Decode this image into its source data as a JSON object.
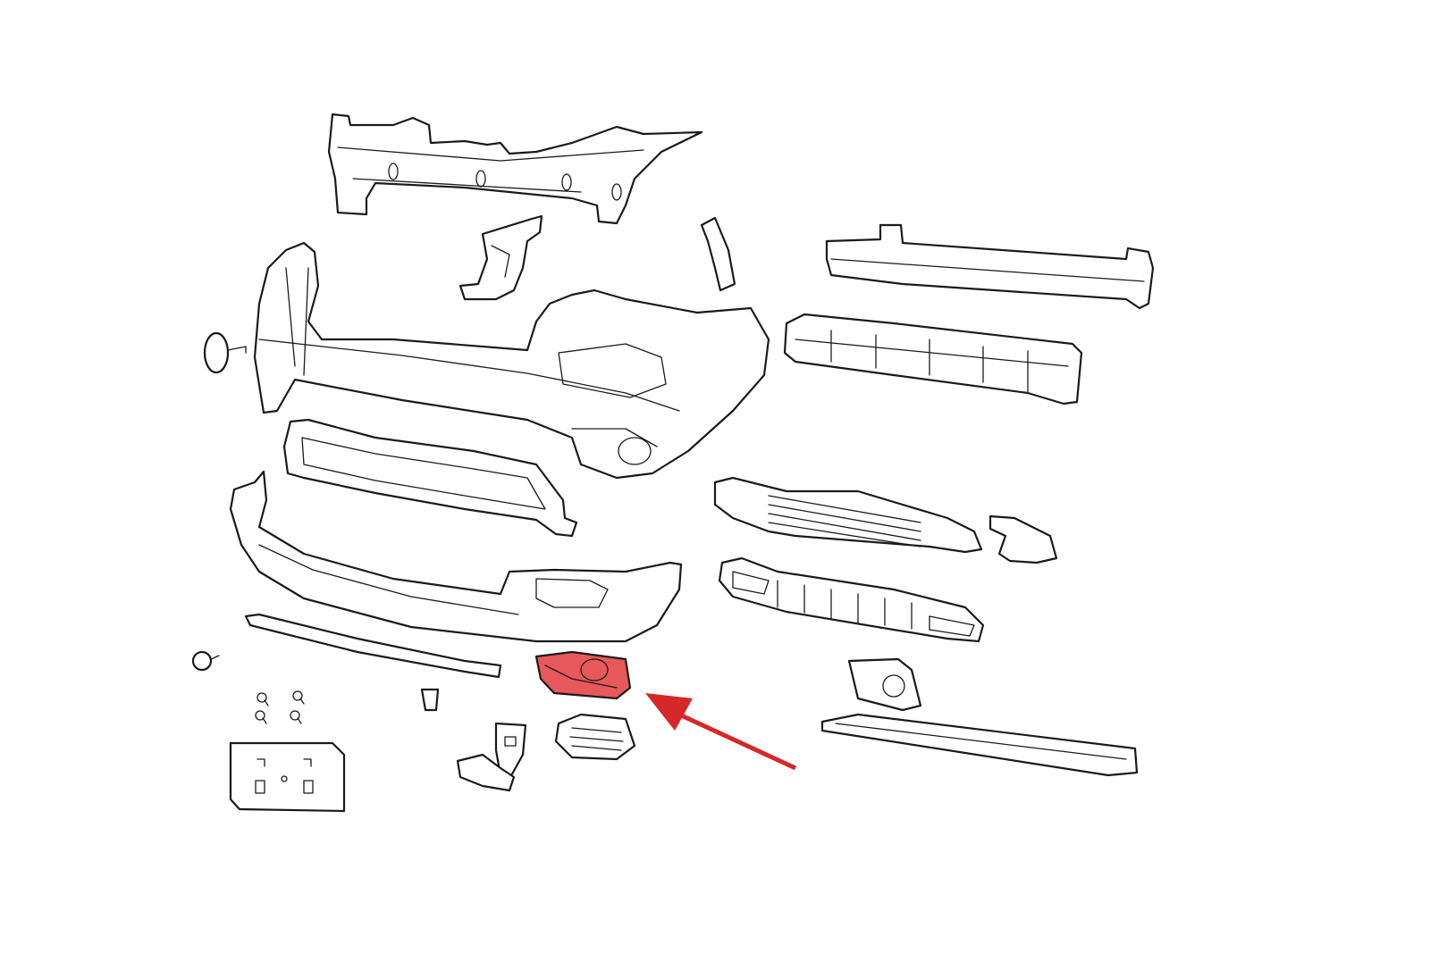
{
  "diagram": {
    "highlight_color": "#e8585a",
    "arrow_color": "#d62828",
    "highlighted_part": "fog-lamp-bezel",
    "parts": [
      "upper-bumper-support",
      "bracket-left",
      "bracket-right",
      "reinforcement-beam",
      "energy-absorber",
      "bumper-fascia",
      "push-pin-cap",
      "upper-grille-bezel",
      "lower-fascia",
      "active-grille-shutter",
      "shutter-bracket",
      "lower-grille",
      "skid-strip-left",
      "fog-lamp-bezel",
      "fog-lamp-bezel-right",
      "skid-plate-trim",
      "grommet",
      "screws",
      "license-bracket",
      "clip",
      "sensor",
      "vent-grille"
    ]
  }
}
